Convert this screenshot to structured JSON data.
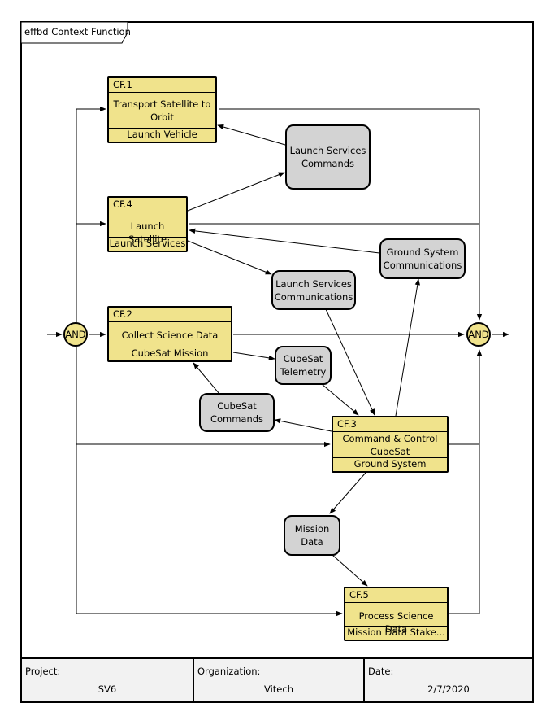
{
  "frame": {
    "title": "effbd Context Function"
  },
  "functions": {
    "cf1": {
      "number": "CF.1",
      "name_line1": "Transport Satellite to",
      "name_line2": "Orbit",
      "allocation": "Launch Vehicle"
    },
    "cf4": {
      "number": "CF.4",
      "name": "Launch Satellite",
      "allocation": "Launch Services"
    },
    "cf2": {
      "number": "CF.2",
      "name": "Collect Science Data",
      "allocation": "CubeSat Mission"
    },
    "cf3": {
      "number": "CF.3",
      "name_line1": "Command & Control",
      "name_line2": "CubeSat",
      "allocation": "Ground System"
    },
    "cf5": {
      "number": "CF.5",
      "name": "Process Science Data",
      "allocation": "Mission Data Stake..."
    }
  },
  "items": {
    "launch_services_commands": {
      "line1": "Launch Services",
      "line2": "Commands"
    },
    "ground_system_communications": {
      "line1": "Ground System",
      "line2": "Communications"
    },
    "launch_services_communications": {
      "line1": "Launch Services",
      "line2": "Communications"
    },
    "cubesat_telemetry": {
      "line1": "CubeSat",
      "line2": "Telemetry"
    },
    "cubesat_commands": {
      "line1": "CubeSat",
      "line2": "Commands"
    },
    "mission_data": {
      "line1": "Mission",
      "line2": "Data"
    }
  },
  "nodes": {
    "and_left": "AND",
    "and_right": "AND"
  },
  "footer": {
    "project_label": "Project:",
    "project_value": "SV6",
    "organization_label": "Organization:",
    "organization_value": "Vitech",
    "date_label": "Date:",
    "date_value": "2/7/2020"
  }
}
